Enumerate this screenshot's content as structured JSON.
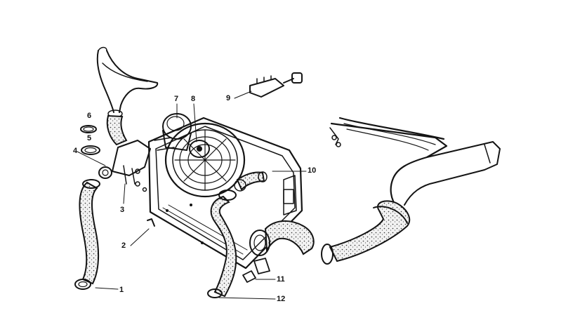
{
  "callouts": [
    {
      "id": "1",
      "label": "1"
    },
    {
      "id": "2",
      "label": "2"
    },
    {
      "id": "3",
      "label": "3"
    },
    {
      "id": "4",
      "label": "4"
    },
    {
      "id": "5",
      "label": "5"
    },
    {
      "id": "6",
      "label": "6"
    },
    {
      "id": "7",
      "label": "7"
    },
    {
      "id": "8",
      "label": "8"
    },
    {
      "id": "9",
      "label": "9"
    },
    {
      "id": "10",
      "label": "10"
    },
    {
      "id": "11",
      "label": "11"
    },
    {
      "id": "12",
      "label": "12"
    }
  ],
  "colors": {
    "ink": "#141414",
    "background": "#ffffff"
  }
}
